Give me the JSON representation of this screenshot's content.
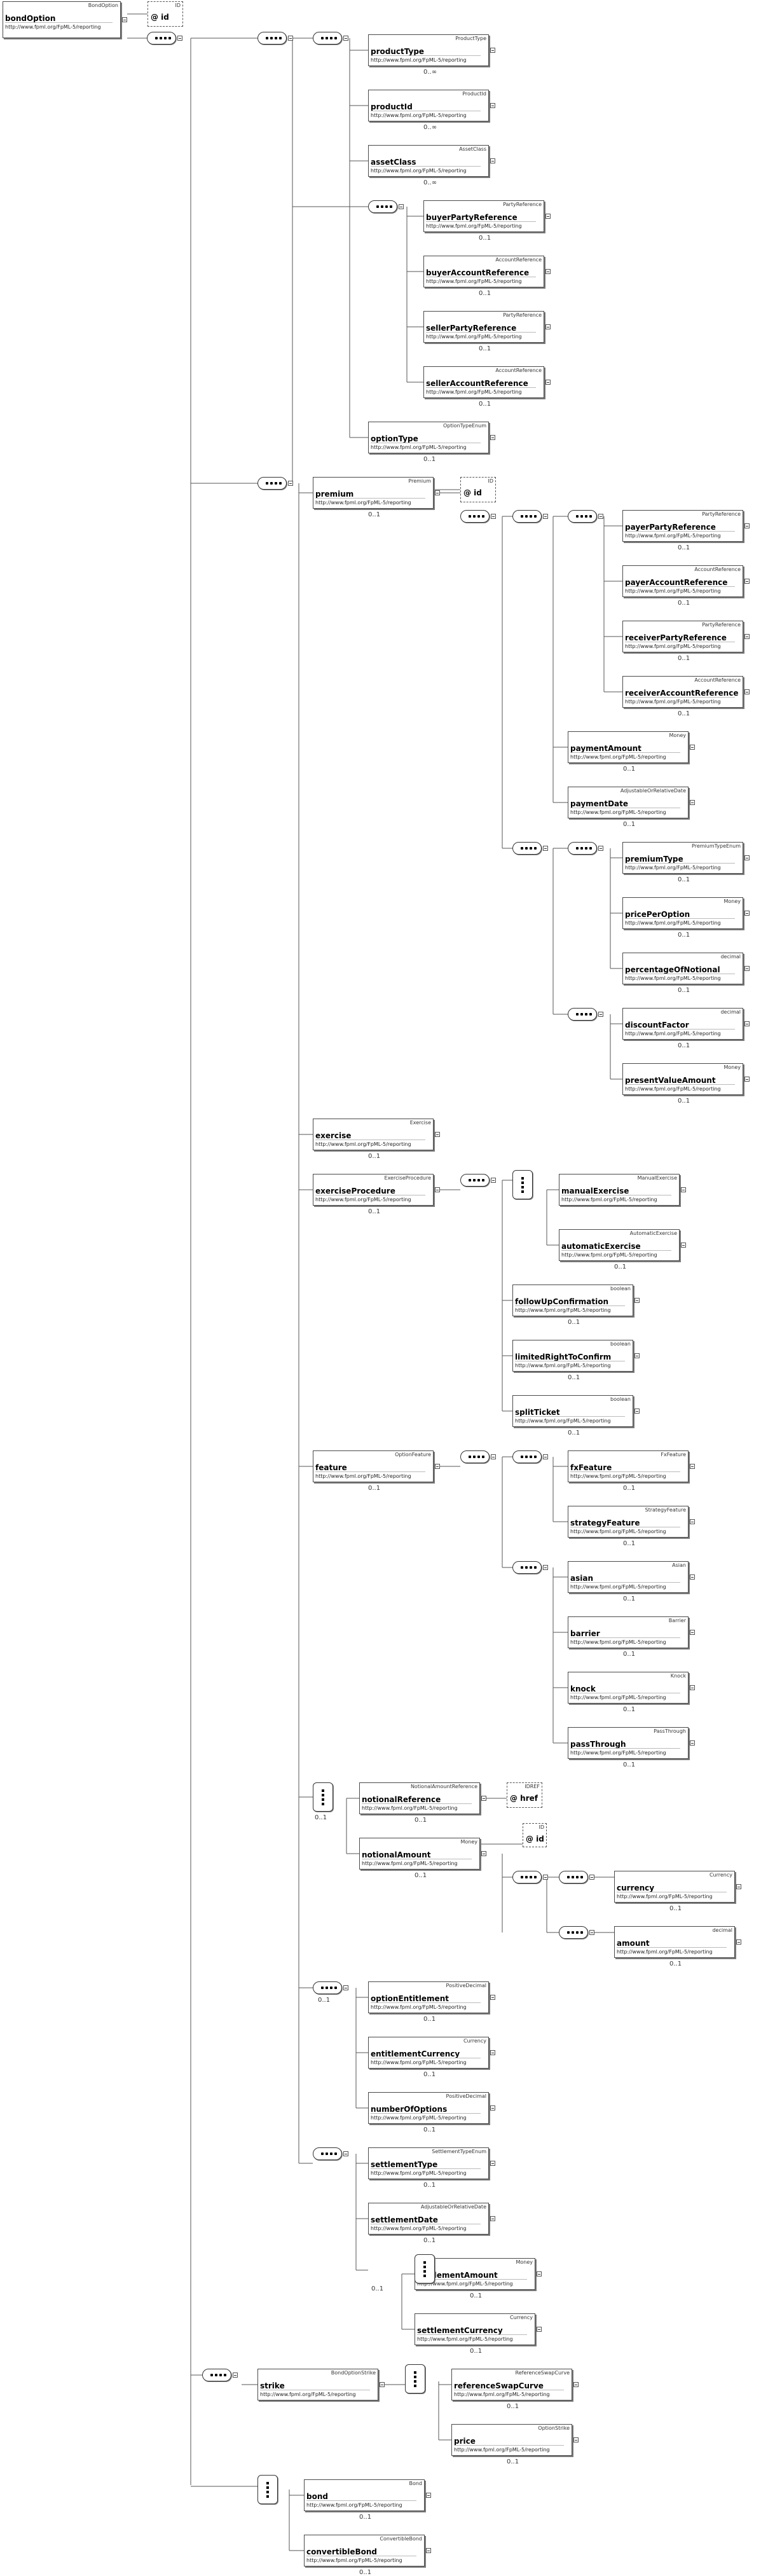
{
  "ns": "http://www.fpml.org/FpML-5/reporting",
  "attr_prefix": "@",
  "root": {
    "name": "bondOption",
    "type": "BondOption"
  },
  "attributes": [
    {
      "id": "root-id",
      "name": "id",
      "type": "ID"
    },
    {
      "id": "premium-id",
      "name": "id",
      "type": "ID"
    },
    {
      "id": "notional-ref-href",
      "name": "href",
      "type": "IDREF"
    },
    {
      "id": "notional-amount-id",
      "name": "id",
      "type": "ID"
    }
  ],
  "elements": [
    {
      "id": "productType",
      "name": "productType",
      "type": "ProductType",
      "card": "0..∞"
    },
    {
      "id": "productId",
      "name": "productId",
      "type": "ProductId",
      "card": "0..∞"
    },
    {
      "id": "assetClass",
      "name": "assetClass",
      "type": "AssetClass",
      "card": "0..∞"
    },
    {
      "id": "buyerPartyReference",
      "name": "buyerPartyReference",
      "type": "PartyReference",
      "card": "0..1"
    },
    {
      "id": "buyerAccountReference",
      "name": "buyerAccountReference",
      "type": "AccountReference",
      "card": "0..1"
    },
    {
      "id": "sellerPartyReference",
      "name": "sellerPartyReference",
      "type": "PartyReference",
      "card": "0..1"
    },
    {
      "id": "sellerAccountReference",
      "name": "sellerAccountReference",
      "type": "AccountReference",
      "card": "0..1"
    },
    {
      "id": "optionType",
      "name": "optionType",
      "type": "OptionTypeEnum",
      "card": "0..1"
    },
    {
      "id": "premium",
      "name": "premium",
      "type": "Premium",
      "card": "0..1"
    },
    {
      "id": "payerPartyReference",
      "name": "payerPartyReference",
      "type": "PartyReference",
      "card": "0..1"
    },
    {
      "id": "payerAccountReference",
      "name": "payerAccountReference",
      "type": "AccountReference",
      "card": "0..1"
    },
    {
      "id": "receiverPartyReference",
      "name": "receiverPartyReference",
      "type": "PartyReference",
      "card": "0..1"
    },
    {
      "id": "receiverAccountReference",
      "name": "receiverAccountReference",
      "type": "AccountReference",
      "card": "0..1"
    },
    {
      "id": "paymentAmount",
      "name": "paymentAmount",
      "type": "Money",
      "card": "0..1"
    },
    {
      "id": "paymentDate",
      "name": "paymentDate",
      "type": "AdjustableOrRelativeDate",
      "card": "0..1"
    },
    {
      "id": "premiumType",
      "name": "premiumType",
      "type": "PremiumTypeEnum",
      "card": "0..1"
    },
    {
      "id": "pricePerOption",
      "name": "pricePerOption",
      "type": "Money",
      "card": "0..1"
    },
    {
      "id": "percentageOfNotional",
      "name": "percentageOfNotional",
      "type": "decimal",
      "card": "0..1"
    },
    {
      "id": "discountFactor",
      "name": "discountFactor",
      "type": "decimal",
      "card": "0..1"
    },
    {
      "id": "presentValueAmount",
      "name": "presentValueAmount",
      "type": "Money",
      "card": "0..1"
    },
    {
      "id": "exercise",
      "name": "exercise",
      "type": "Exercise",
      "card": "0..1"
    },
    {
      "id": "exerciseProcedure",
      "name": "exerciseProcedure",
      "type": "ExerciseProcedure",
      "card": "0..1"
    },
    {
      "id": "manualExercise",
      "name": "manualExercise",
      "type": "ManualExercise",
      "card": ""
    },
    {
      "id": "automaticExercise",
      "name": "automaticExercise",
      "type": "AutomaticExercise",
      "card": "0..1"
    },
    {
      "id": "followUpConfirmation",
      "name": "followUpConfirmation",
      "type": "boolean",
      "card": "0..1"
    },
    {
      "id": "limitedRightToConfirm",
      "name": "limitedRightToConfirm",
      "type": "boolean",
      "card": "0..1"
    },
    {
      "id": "splitTicket",
      "name": "splitTicket",
      "type": "boolean",
      "card": "0..1"
    },
    {
      "id": "feature",
      "name": "feature",
      "type": "OptionFeature",
      "card": "0..1"
    },
    {
      "id": "fxFeature",
      "name": "fxFeature",
      "type": "FxFeature",
      "card": "0..1"
    },
    {
      "id": "strategyFeature",
      "name": "strategyFeature",
      "type": "StrategyFeature",
      "card": "0..1"
    },
    {
      "id": "asian",
      "name": "asian",
      "type": "Asian",
      "card": "0..1"
    },
    {
      "id": "barrier",
      "name": "barrier",
      "type": "Barrier",
      "card": "0..1"
    },
    {
      "id": "knock",
      "name": "knock",
      "type": "Knock",
      "card": "0..1"
    },
    {
      "id": "passThrough",
      "name": "passThrough",
      "type": "PassThrough",
      "card": "0..1"
    },
    {
      "id": "notionalReference",
      "name": "notionalReference",
      "type": "NotionalAmountReference",
      "card": "0..1"
    },
    {
      "id": "notionalAmount",
      "name": "notionalAmount",
      "type": "Money",
      "card": "0..1"
    },
    {
      "id": "currency",
      "name": "currency",
      "type": "Currency",
      "card": "0..1"
    },
    {
      "id": "amount",
      "name": "amount",
      "type": "decimal",
      "card": "0..1"
    },
    {
      "id": "optionEntitlement",
      "name": "optionEntitlement",
      "type": "PositiveDecimal",
      "card": "0..1"
    },
    {
      "id": "entitlementCurrency",
      "name": "entitlementCurrency",
      "type": "Currency",
      "card": "0..1"
    },
    {
      "id": "numberOfOptions",
      "name": "numberOfOptions",
      "type": "PositiveDecimal",
      "card": "0..1"
    },
    {
      "id": "settlementType",
      "name": "settlementType",
      "type": "SettlementTypeEnum",
      "card": "0..1"
    },
    {
      "id": "settlementDate",
      "name": "settlementDate",
      "type": "AdjustableOrRelativeDate",
      "card": "0..1"
    },
    {
      "id": "settlementAmount",
      "name": "settlementAmount",
      "type": "Money",
      "card": "0..1"
    },
    {
      "id": "settlementCurrency",
      "name": "settlementCurrency",
      "type": "Currency",
      "card": "0..1"
    },
    {
      "id": "strike",
      "name": "strike",
      "type": "BondOptionStrike",
      "card": ""
    },
    {
      "id": "referenceSwapCurve",
      "name": "referenceSwapCurve",
      "type": "ReferenceSwapCurve",
      "card": "0..1"
    },
    {
      "id": "price",
      "name": "price",
      "type": "OptionStrike",
      "card": "0..1"
    },
    {
      "id": "bond",
      "name": "bond",
      "type": "Bond",
      "card": "0..1"
    },
    {
      "id": "convertibleBond",
      "name": "convertibleBond",
      "type": "ConvertibleBond",
      "card": "0..1"
    }
  ],
  "compositor_cards": [
    {
      "id": "notional-choice",
      "card": "0..1"
    },
    {
      "id": "entitlement-seq",
      "card": "0..1"
    },
    {
      "id": "settle-amount-choice",
      "card": "0..1"
    }
  ],
  "colors": {
    "border": "#4a4a4a",
    "line": "#555555",
    "shadow": "#7a7a7a"
  }
}
